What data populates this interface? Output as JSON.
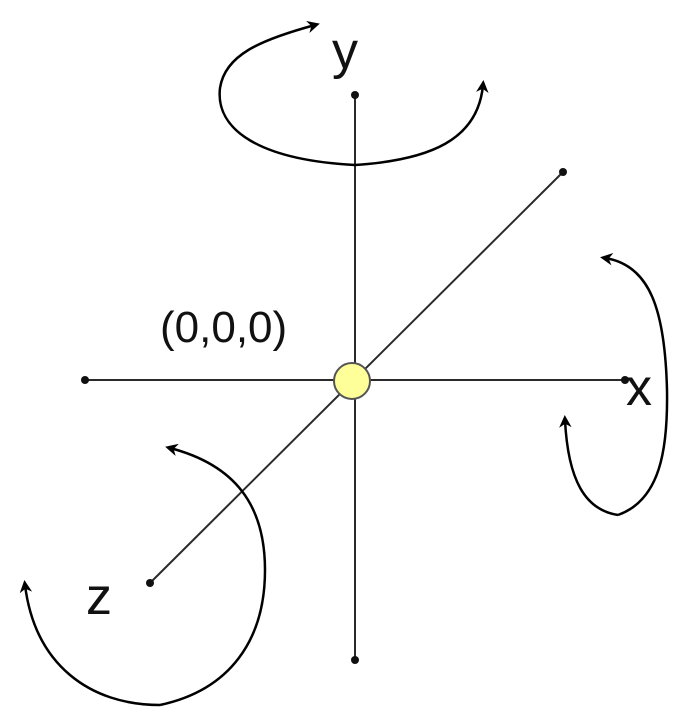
{
  "labels": {
    "x_axis": "x",
    "y_axis": "y",
    "z_axis": "z",
    "origin": "(0,0,0)"
  },
  "colors": {
    "line": "#2a2a2a",
    "origin_fill": "#ffff99",
    "origin_stroke": "#555555",
    "arrow": "#000000"
  }
}
